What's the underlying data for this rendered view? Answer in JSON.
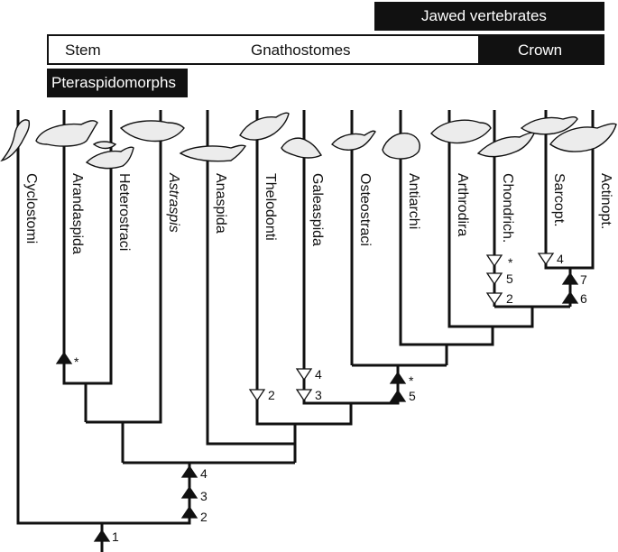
{
  "header_bars": {
    "jawed_vertebrates": "Jawed vertebrates",
    "stem": "Stem",
    "gnathostomes": "Gnathostomes",
    "crown": "Crown",
    "pteraspidomorphs": "Pteraspidomorphs"
  },
  "taxa": [
    {
      "name": "Cyclostomi",
      "italic": false
    },
    {
      "name": "Arandaspida",
      "italic": false
    },
    {
      "name": "Heterostraci",
      "italic": false
    },
    {
      "name": "Astraspis",
      "italic": true
    },
    {
      "name": "Anaspida",
      "italic": false
    },
    {
      "name": "Thelodonti",
      "italic": false
    },
    {
      "name": "Galeaspida",
      "italic": false
    },
    {
      "name": "Osteostraci",
      "italic": false
    },
    {
      "name": "Antiarchi",
      "italic": false
    },
    {
      "name": "Arthrodira",
      "italic": false
    },
    {
      "name": "Chondrich.",
      "italic": false
    },
    {
      "name": "Sarcopt.",
      "italic": false
    },
    {
      "name": "Actinopt.",
      "italic": false
    }
  ],
  "character_labels": {
    "root": "1",
    "vertebrates_a": "2",
    "vertebrates_b": "3",
    "vertebrates_c": "4",
    "arandaspida": "*",
    "thelodonti": "2",
    "galeaspida_thelodonti": "3",
    "galeaspida": "4",
    "osteostraci_up_a": "5",
    "osteostraci_up_b": "*",
    "chondrich_a": "*",
    "chondrich_b": "5",
    "chondrich_c": "2",
    "sarcopt": "4",
    "osteichthyes_a": "7",
    "osteichthyes_b": "6"
  },
  "colors": {
    "ink": "#111111",
    "background": "#ffffff",
    "fish_fill": "#ececec"
  }
}
